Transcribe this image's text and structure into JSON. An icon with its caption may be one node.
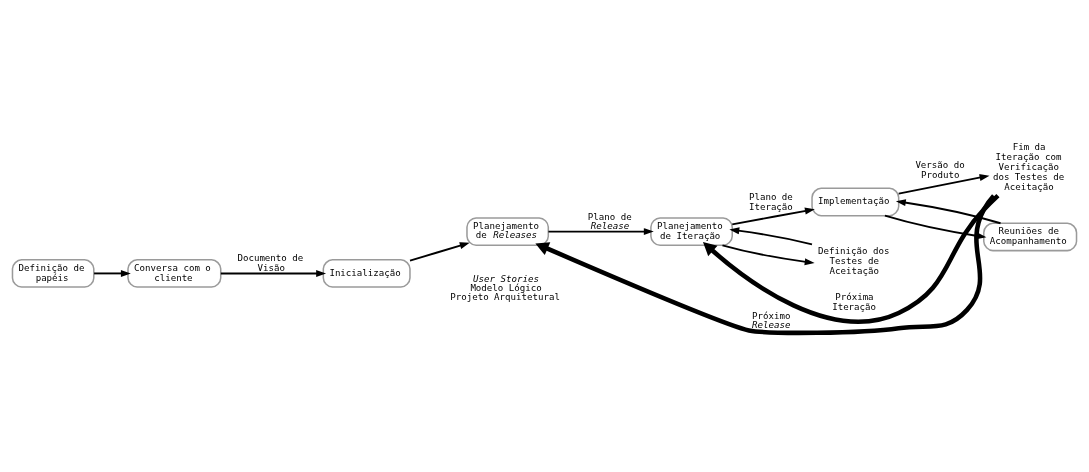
{
  "diagram": {
    "nodes": [
      {
        "text": [
          "Definição de papéis"
        ]
      },
      {
        "text": [
          "Conversa com o cliente"
        ]
      },
      {
        "text": [
          "Inicialização"
        ]
      },
      {
        "text": [
          "Planejamento de *Releases*"
        ]
      },
      {
        "text": [
          "Planejamento de Iteração"
        ]
      },
      {
        "text": [
          "Implementação"
        ]
      },
      {
        "text": [
          "Fim da Iteração com Verificação dos Testes de Aceitação"
        ]
      },
      {
        "text": [
          "Definição dos Testes de Aceitação"
        ]
      },
      {
        "text": [
          "Reuniões de Acompanhamento"
        ]
      }
    ],
    "edges": [
      {
        "from": 0,
        "to": 1,
        "arrow": "to"
      },
      {
        "from": 1,
        "to": 2,
        "arrow": "to",
        "label": "Documento de Visão"
      },
      {
        "from": 2,
        "to": 3,
        "arrow": "to"
      },
      {
        "from": 3,
        "to": 4,
        "arrow": "to",
        "label": "Plano de *Release*"
      },
      {
        "from": 4,
        "to": 5,
        "arrow": "to",
        "label": "Plano de Iteração"
      },
      {
        "from": 5,
        "to": 6,
        "arrow": "to",
        "label": "Versão do Produto"
      },
      {
        "from": 6,
        "to": 3,
        "arrow": "to",
        "style": "thick",
        "label": "Próximo *Release*"
      },
      {
        "from": 6,
        "to": 4,
        "arrow": "to",
        "style": "thick",
        "label": "Próxima Iteração"
      },
      {
        "from": 4,
        "to": 7,
        "arrow": "to"
      },
      {
        "from": 7,
        "to": 4,
        "arrow": "to"
      },
      {
        "from": 5,
        "to": 8,
        "arrow": "to"
      },
      {
        "from": 8,
        "to": 5,
        "arrow": "to"
      }
    ],
    "labels": [
      "*User Stories*",
      "Modelo Lógico",
      "Projeto Arquitetural"
    ]
  }
}
